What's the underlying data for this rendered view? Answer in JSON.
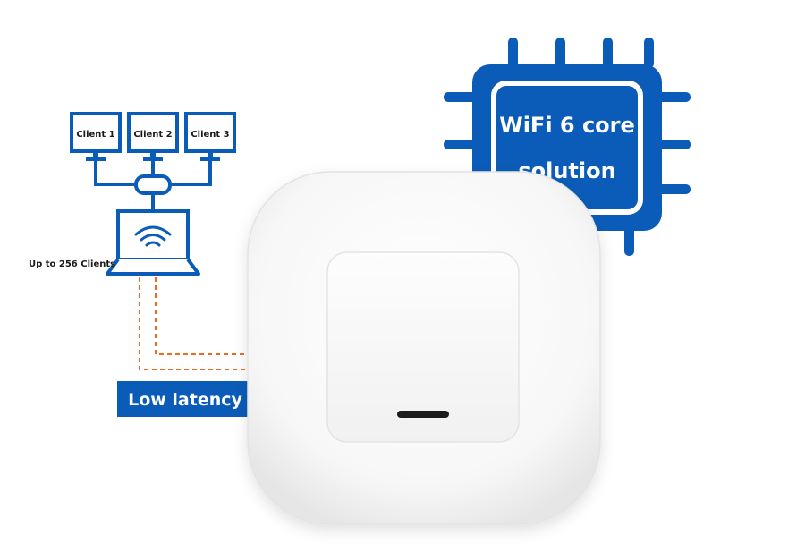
{
  "colors": {
    "brand_blue": "#0B5CB8",
    "dashed_orange": "#F26A1B",
    "device_white": "#FBFBFB",
    "background": "#FFFFFF"
  },
  "network": {
    "clients": [
      {
        "label": "Client 1"
      },
      {
        "label": "Client 2"
      },
      {
        "label": "Client 3"
      }
    ],
    "capacity_caption": "Up to 256 Clients",
    "laptop_icon": "wifi-laptop-icon"
  },
  "chip": {
    "line1": "WiFi 6 core",
    "line2": "solution",
    "icon": "processor-chip-icon"
  },
  "latency_badge": {
    "label": "Low latency"
  },
  "device": {
    "name": "ceiling-access-point",
    "status_led": "led-indicator"
  }
}
